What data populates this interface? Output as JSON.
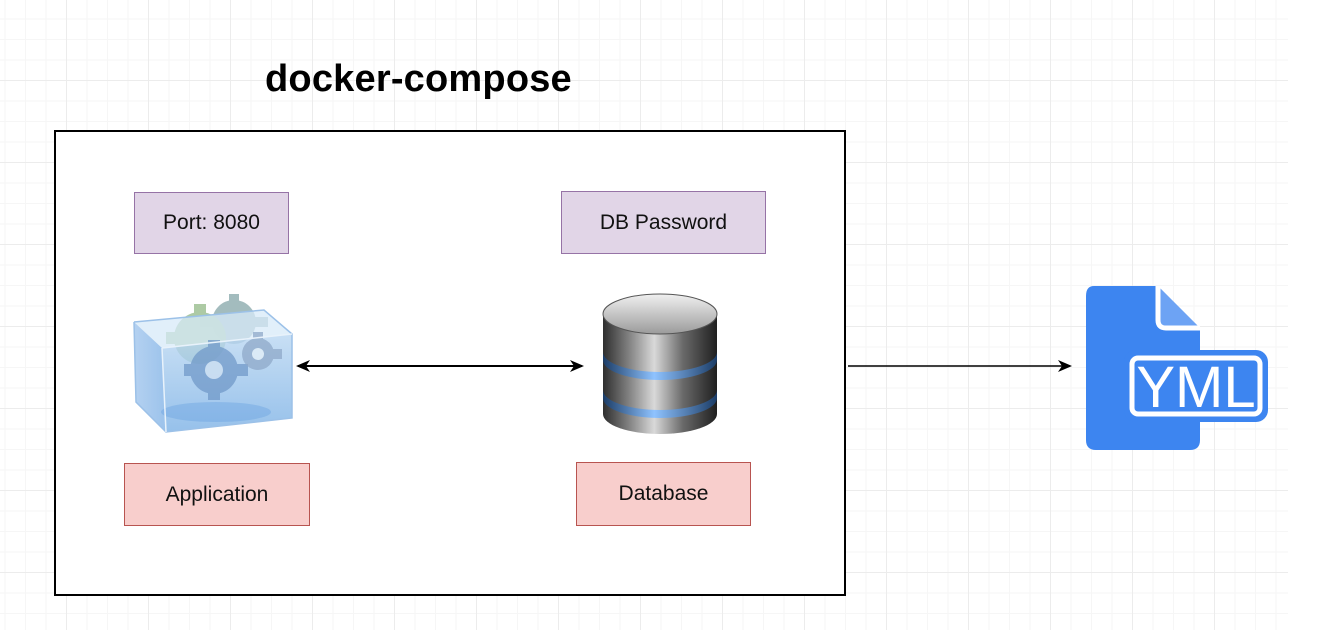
{
  "diagram": {
    "title": "docker-compose",
    "nodes": {
      "port_label": "Port: 8080",
      "password_label": "DB Password",
      "application_label": "Application",
      "database_label": "Database"
    },
    "icons": {
      "application": "gears-in-box-icon",
      "database": "database-cylinder-icon",
      "yml_file": "yml-file-icon"
    },
    "yml_text": "YML",
    "colors": {
      "config_fill": "#e1d5e7",
      "config_stroke": "#9673a6",
      "service_fill": "#f8cecc",
      "service_stroke": "#b85450",
      "yml_blue": "#3d85f0"
    },
    "edges": [
      {
        "from": "Application",
        "to": "Database",
        "style": "bidirectional"
      },
      {
        "from": "docker-compose",
        "to": "YML",
        "style": "directed"
      }
    ]
  }
}
